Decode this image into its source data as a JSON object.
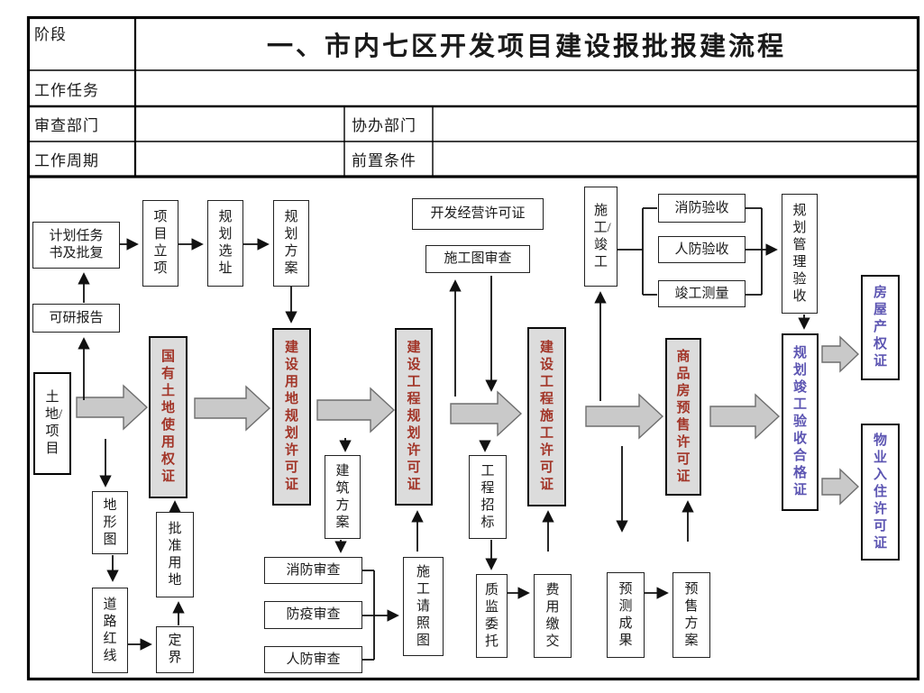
{
  "table": {
    "stage_label": "阶段",
    "title": "一、市内七区开发项目建设报批报建流程",
    "task_label": "工作任务",
    "review_dept_label": "审查部门",
    "co_dept_label": "协办部门",
    "cycle_label": "工作周期",
    "precondition_label": "前置条件"
  },
  "flow": {
    "plan_task": "计划任务书及批复",
    "feasibility": "可研报告",
    "project_approval": "项目立项",
    "site_selection": "规划选址",
    "plan_scheme": "规划方案",
    "land_project": "土地/项目",
    "topo_map": "地形图",
    "road_redline": "道路红线",
    "boundary": "定界",
    "approved_land": "批准用地",
    "state_land_cert": "国有土地使用权证",
    "land_planning_permit": "建设用地规划许可证",
    "arch_scheme": "建筑方案",
    "fire_review": "消防审查",
    "epidemic_review": "防疫审查",
    "civil_defense_review": "人防审查",
    "construction_license_drawing": "施工请照图",
    "project_planning_permit": "建设工程规划许可证",
    "dev_operation_permit": "开发经营许可证",
    "drawing_review": "施工图审查",
    "project_bidding": "工程招标",
    "quality_supervision": "质监委托",
    "fee_payment": "费用缴交",
    "construction_permit": "建设工程施工许可证",
    "construction_completion": "施工/竣工",
    "fire_acceptance": "消防验收",
    "civil_defense_acceptance": "人防验收",
    "completion_survey": "竣工测量",
    "planning_mgmt_acceptance": "规划管理验收",
    "presale_permit": "商品房预售许可证",
    "forecast_results": "预测成果",
    "presale_scheme": "预售方案",
    "planning_completion_cert": "规划竣工验收合格证",
    "house_property_cert": "房屋产权证",
    "occupancy_permit": "物业入住许可证"
  },
  "colors": {
    "permit_text": "#A23528",
    "cert_text": "#5C55B2",
    "permit_fill": "#DCDCDC",
    "big_arrow_fill": "#C9C9C9",
    "line_color": "#111111"
  }
}
